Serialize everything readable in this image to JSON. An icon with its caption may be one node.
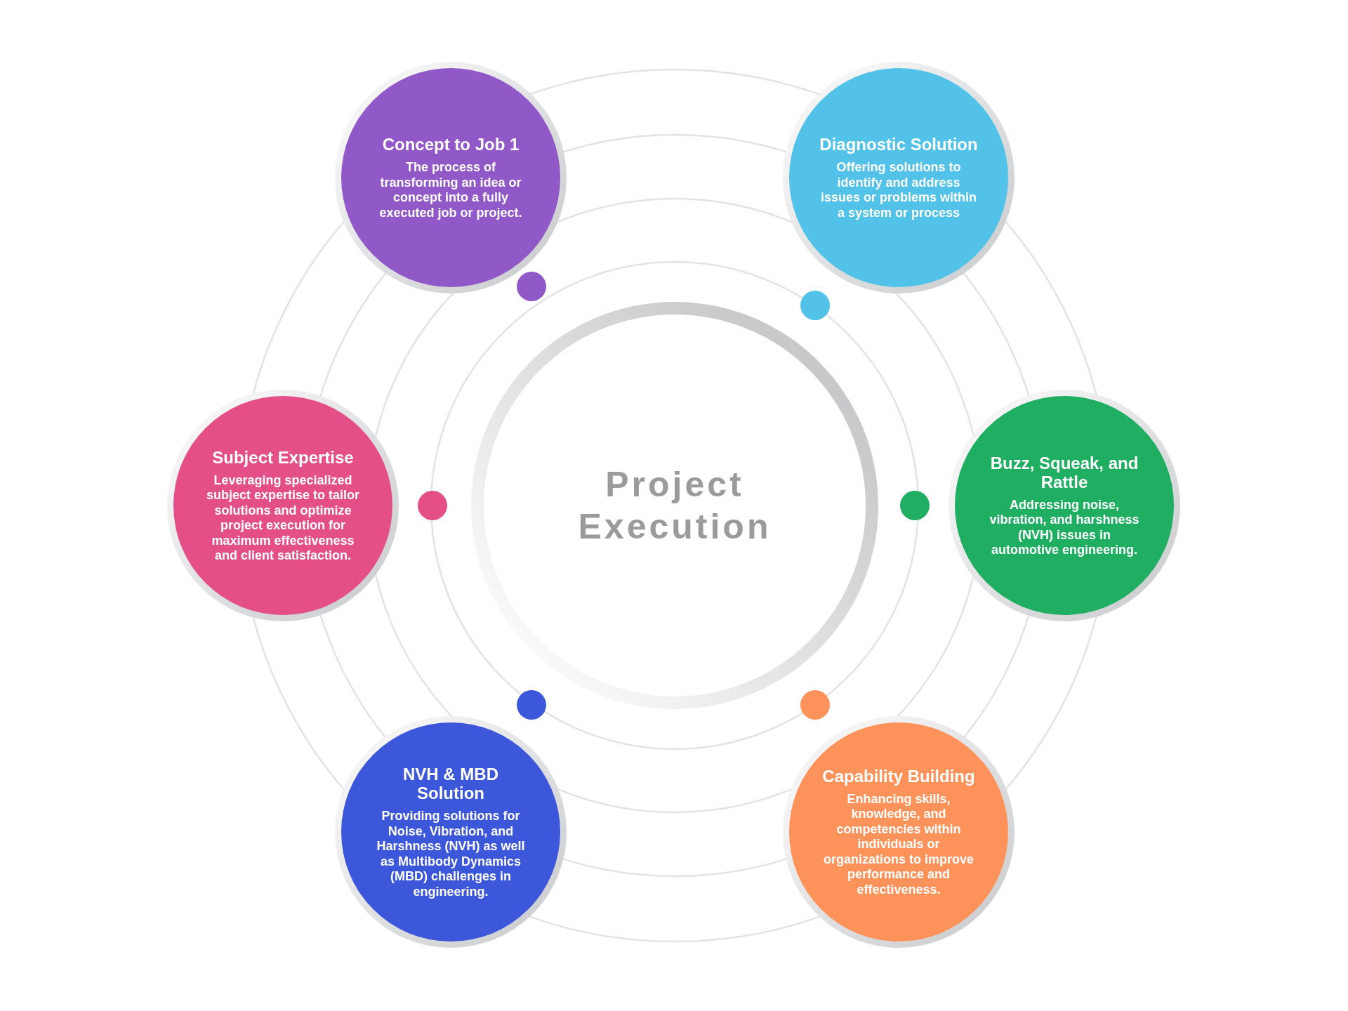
{
  "diagram": {
    "nodes": [
      {
        "text": [
          "Concept to Job 1",
          "The process of transforming an idea or concept into a fully executed job or project."
        ]
      },
      {
        "text": [
          "Diagnostic Solution",
          "Offering solutions to identify and address issues or problems within a system or process"
        ]
      },
      {
        "text": [
          "Subject Expertise",
          "Leveraging specialized subject expertise to tailor solutions and optimize project execution for maximum effectiveness and client satisfaction."
        ]
      },
      {
        "text": [
          "Project Execution"
        ]
      },
      {
        "text": [
          "Buzz, Squeak, and Rattle",
          "Addressing noise, vibration, and harshness (NVH) issues in automotive engineering."
        ]
      },
      {
        "text": [
          "NVH & MBD Solution",
          "Providing solutions for Noise, Vibration, and Harshness (NVH) as well as Multibody Dynamics (MBD) challenges in engineering."
        ]
      },
      {
        "text": [
          "Capability Building",
          "Enhancing skills, knowledge, and competencies within individuals or organizations to improve performance and effectiveness."
        ]
      },
      {
        "text": [],
        "shape": "circle"
      },
      {
        "text": [],
        "shape": "circle"
      },
      {
        "text": [],
        "shape": "circle"
      },
      {
        "text": [],
        "shape": "circle"
      },
      {
        "text": [],
        "shape": "circle"
      },
      {
        "text": [],
        "shape": "circle"
      }
    ]
  }
}
